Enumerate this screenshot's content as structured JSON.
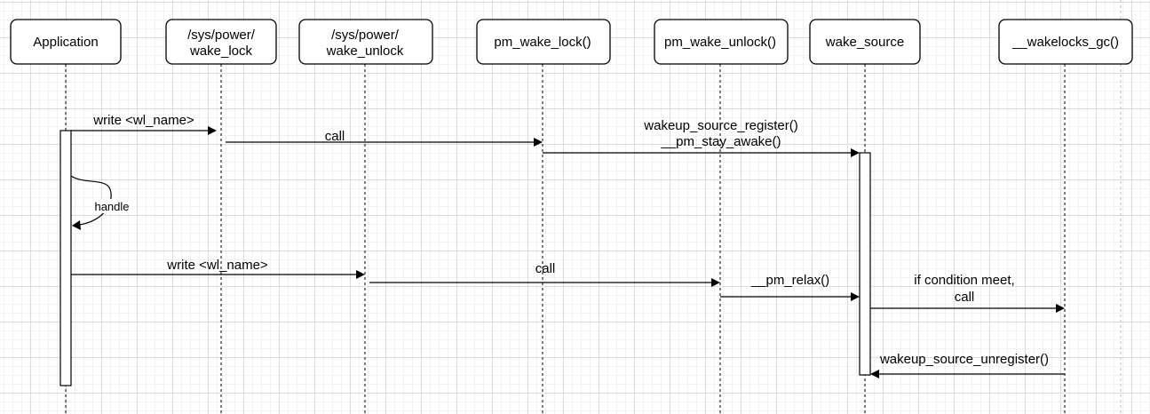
{
  "participants": [
    {
      "id": "application",
      "lines": [
        "Application"
      ]
    },
    {
      "id": "sys-power-wake-lock",
      "lines": [
        "/sys/power/",
        "wake_lock"
      ]
    },
    {
      "id": "sys-power-wake-unlock",
      "lines": [
        "/sys/power/",
        "wake_unlock"
      ]
    },
    {
      "id": "pm-wake-lock",
      "lines": [
        "pm_wake_lock()"
      ]
    },
    {
      "id": "pm-wake-unlock",
      "lines": [
        "pm_wake_unlock()"
      ]
    },
    {
      "id": "wake-source",
      "lines": [
        "wake_source"
      ]
    },
    {
      "id": "wakelocks-gc",
      "lines": [
        "__wakelocks_gc()"
      ]
    }
  ],
  "messages": [
    {
      "id": "write-wl-name-1",
      "from": "application",
      "to": "sys-power-wake-lock",
      "lines": [
        "write <wl_name>"
      ]
    },
    {
      "id": "call-1",
      "from": "sys-power-wake-lock",
      "to": "pm-wake-lock",
      "lines": [
        "call"
      ]
    },
    {
      "id": "register-stay-awake",
      "from": "pm-wake-lock",
      "to": "wake-source",
      "lines": [
        "wakeup_source_register()",
        "__pm_stay_awake()"
      ]
    },
    {
      "id": "handle",
      "from": "application",
      "to": "application",
      "self": true,
      "lines": [
        "handle"
      ]
    },
    {
      "id": "write-wl-name-2",
      "from": "application",
      "to": "sys-power-wake-unlock",
      "lines": [
        "write <wl_name>"
      ]
    },
    {
      "id": "call-2",
      "from": "sys-power-wake-unlock",
      "to": "pm-wake-unlock",
      "lines": [
        "call"
      ]
    },
    {
      "id": "pm-relax",
      "from": "pm-wake-unlock",
      "to": "wake-source",
      "lines": [
        "__pm_relax()"
      ]
    },
    {
      "id": "condition-call",
      "from": "wake-source",
      "to": "wakelocks-gc",
      "lines": [
        "if condition meet,",
        "call"
      ]
    },
    {
      "id": "unregister",
      "from": "wakelocks-gc",
      "to": "wake-source",
      "lines": [
        "wakeup_source_unregister()"
      ]
    }
  ]
}
